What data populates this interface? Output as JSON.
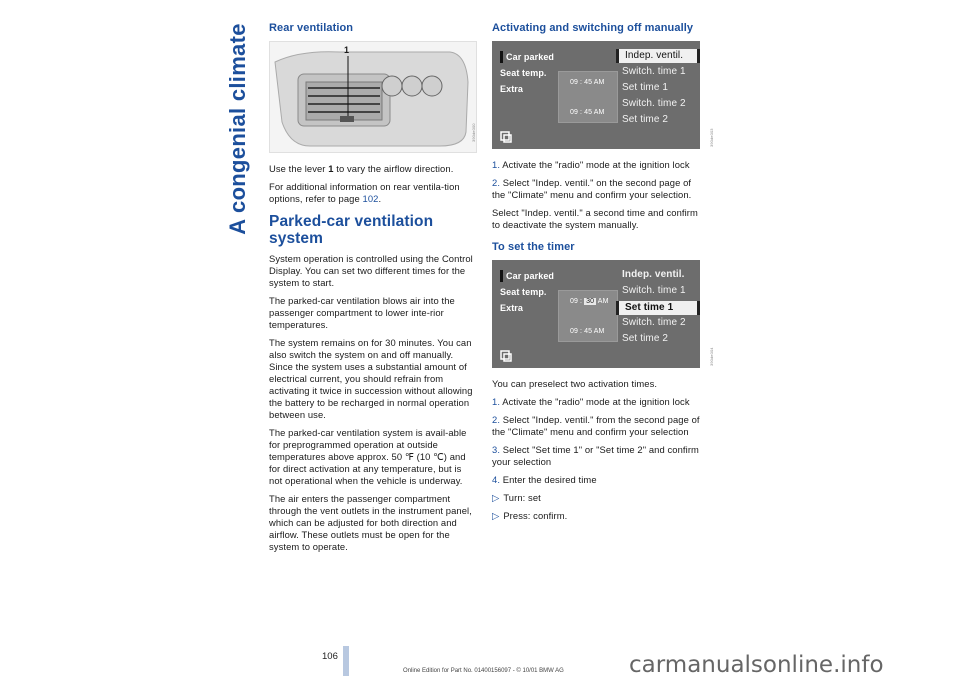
{
  "side_title": "A congenial climate",
  "left": {
    "rear_heading": "Rear ventilation",
    "fig1_label": "1",
    "fig1_code": "390de000",
    "lever_pre": "Use the lever ",
    "lever_num": "1",
    "lever_post": " to vary the airflow direction.",
    "info_pre": "For additional information on rear ventila-tion options, refer to page ",
    "info_page": "102",
    "info_post": ".",
    "parked_heading": "Parked-car ventilation system",
    "paras": [
      "System operation is controlled using the Control Display. You can set two different times for the system to start.",
      "The parked-car ventilation blows air into the passenger compartment to lower inte-rior temperatures.",
      "The system remains on for 30 minutes. You can also switch the system on and off manually. Since the system uses a substantial amount of electrical current, you should refrain from activating it twice in succession without allowing the battery to be recharged in normal operation between use.",
      "The parked-car ventilation system is avail-able for preprogrammed operation at outside temperatures above approx. 50 ℉ (10 ℃) and for direct activation at any temperature, but is not operational when the vehicle is underway.",
      "The air enters the passenger compartment through the vent outlets in the instrument panel, which can be adjusted for both direction and airflow. These outlets must be open for the system to operate."
    ]
  },
  "right": {
    "activating_heading": "Activating and switching off manually",
    "screen1": {
      "left_items": [
        "Car parked",
        "Seat temp.",
        "Extra"
      ],
      "right_items": [
        "Indep. ventil.",
        "Switch. time 1",
        "Set time 1",
        "Switch. time 2",
        "Set time 2"
      ],
      "times": [
        "09 : 45 AM",
        "09 : 45 AM"
      ],
      "code": "390de003"
    },
    "activate_steps": [
      {
        "num": "1.",
        "text": " Activate the \"radio\" mode at the ignition lock"
      },
      {
        "num": "2.",
        "text": " Select \"Indep. ventil.\" on the second page of the \"Climate\" menu and confirm your selection."
      }
    ],
    "deactivate_text": "Select \"Indep. ventil.\" a second time and confirm to deactivate the system manually.",
    "timer_heading": "To set the timer",
    "screen2": {
      "left_items": [
        "Car parked",
        "Seat temp.",
        "Extra"
      ],
      "right_items": [
        "Indep. ventil.",
        "Switch. time 1",
        "Set time 1",
        "Switch. time 2",
        "Set time 2"
      ],
      "time1_h": "09 :",
      "time1_m": "30",
      "time1_ap": "AM",
      "time2": "09 : 45 AM",
      "code": "390de004"
    },
    "preselect_text": "You can preselect two activation times.",
    "timer_steps": [
      {
        "num": "1.",
        "text": " Activate the \"radio\" mode at the ignition lock"
      },
      {
        "num": "2.",
        "text": " Select \"Indep. ventil.\" from the second page of the \"Climate\" menu and confirm your selection"
      },
      {
        "num": "3.",
        "text": " Select \"Set time 1\" or \"Set time 2\" and confirm your selection"
      },
      {
        "num": "4.",
        "text": " Enter the desired time"
      }
    ],
    "bullets": [
      "Turn: set",
      "Press: confirm."
    ]
  },
  "page_number": "106",
  "footer_text": "Online Edition for Part No. 01400156097 - © 10/01 BMW AG",
  "footer_site": "carmanualsonline.info"
}
